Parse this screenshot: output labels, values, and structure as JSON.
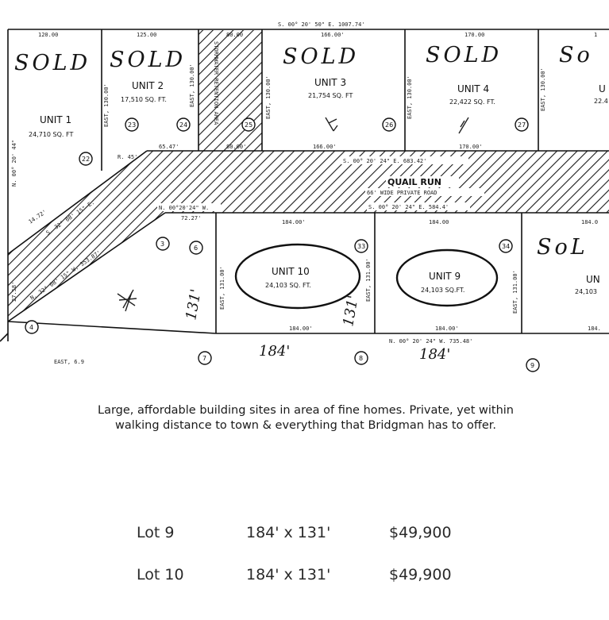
{
  "plat": {
    "top_bearing": "S. 00° 20' 50\" E. 1007.74'",
    "lots": [
      {
        "unit": "UNIT 1",
        "area": "24,710 SQ. FT",
        "sold": "SOLD"
      },
      {
        "unit": "UNIT 2",
        "area": "17,510 SQ. FT.",
        "sold": "SOLD"
      },
      {
        "unit": "UNIT 3",
        "area": "21,754 SQ. FT",
        "sold": "SOLD"
      },
      {
        "unit": "UNIT 4",
        "area": "22,422 SQ. FT.",
        "sold": "SOLD"
      },
      {
        "unit": "U",
        "area": "22.4",
        "sold": "So"
      },
      {
        "unit": "UNIT 10",
        "area": "24,103 SQ. FT."
      },
      {
        "unit": "UNIT 9",
        "area": "24,103 SQ.FT."
      },
      {
        "unit": "UN",
        "area": "24,103",
        "sold": "SoL"
      }
    ],
    "road": {
      "name": "QUAIL RUN",
      "desc": "66' WIDE PRIVATE ROAD",
      "bearing_north": "S. 00° 20' 24\" E. 683.42'",
      "bearing_south": "S. 00° 20' 24\" E. 584.4'"
    },
    "dims": {
      "top_lot1": "120.00",
      "top_lot2": "125.00",
      "top_storm": "80.00",
      "top_lot3": "166.00'",
      "top_lot4": "170.00",
      "top_lot5": "1",
      "bottom_storm": "80.00'",
      "bottom_lot2": "65.47'",
      "bottom_lot3": "166.00'",
      "bottom_lot4": "170.00'",
      "lot10_top": "184.00'",
      "lot9_top": "184.00",
      "lot8_top": "184.0",
      "lot10_bottom": "184.00'",
      "lot9_bottom": "184.00'",
      "lot8_bottom": "184.",
      "road_west": "N. 00°20'24\" W.",
      "road_west2": "72.27'",
      "south_line": "N. 00° 20' 24\" W. 735.48'",
      "east_1": "EAST, 130.00'",
      "east_2": "EAST, 130.00'",
      "east_3": "EAST, 130.00'",
      "east_4": "EAST, 130.00'",
      "east_10": "EAST, 131.00'",
      "east_9": "EAST, 131.00'",
      "east_8": "EAST, 131.00'",
      "storm": "STORMWATER RETENTION AREA",
      "diag": "N. 32° 08' 15\" W. 353.87'",
      "diag2": "S. 32° 08' 15\" E.",
      "diag3": "14.72'",
      "arc": "R. 45'",
      "west_left": "27.58'",
      "south_left": "EAST, 6.9",
      "west_edge": "N. 00° 20' 44\""
    },
    "markers": [
      "22",
      "23",
      "24",
      "25",
      "26",
      "27",
      "3",
      "4",
      "6",
      "7",
      "8",
      "9",
      "33",
      "34"
    ],
    "hand": {
      "depth_left": "131'",
      "depth_mid": "131'",
      "width_1": "184'",
      "width_2": "184'"
    }
  },
  "description": "Large, affordable building sites in area of fine homes. Private, yet within walking distance to town & everything that Bridgman has to offer.",
  "listing": [
    {
      "lot": "Lot 9",
      "size": "184' x 131'",
      "price": "$49,900"
    },
    {
      "lot": "Lot 10",
      "size": "184' x 131'",
      "price": "$49,900"
    }
  ]
}
